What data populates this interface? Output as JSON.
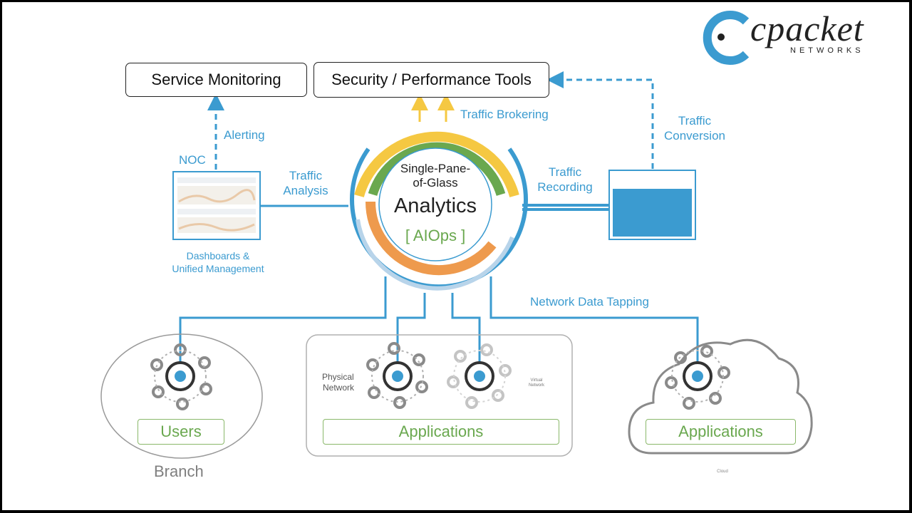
{
  "logo": {
    "word": "cpacket",
    "sub": "NETWORKS"
  },
  "boxes": {
    "service_monitoring": "Service Monitoring",
    "security_tools": "Security / Performance Tools"
  },
  "hub": {
    "line1": "Single-Pane-",
    "line2": "of-Glass",
    "title": "Analytics",
    "tag": "[ AIOps ]"
  },
  "labels": {
    "traffic_brokering": "Traffic Brokering",
    "alerting": "Alerting",
    "noc": "NOC",
    "traffic_analysis_1": "Traffic",
    "traffic_analysis_2": "Analysis",
    "traffic_recording_1": "Traffic",
    "traffic_recording_2": "Recording",
    "traffic_conversion_1": "Traffic",
    "traffic_conversion_2": "Conversion",
    "dashboards_1": "Dashboards &",
    "dashboards_2": "Unified Management",
    "network_data_tapping": "Network Data Tapping",
    "physical_network_1": "Physical",
    "physical_network_2": "Network",
    "virtual_network_1": "Virtual",
    "virtual_network_2": "Network",
    "branch": "Branch",
    "cloud": "Cloud"
  },
  "groups": {
    "users": "Users",
    "applications_dc": "Applications",
    "applications_cloud": "Applications"
  },
  "colors": {
    "accent_blue": "#3b9bd0",
    "ring_yellow": "#f5c842",
    "ring_green": "#6aa84f",
    "ring_orange": "#ee9a4d",
    "ring_lightblue": "#b8d4ea",
    "node_gray": "#8a8a8a"
  }
}
